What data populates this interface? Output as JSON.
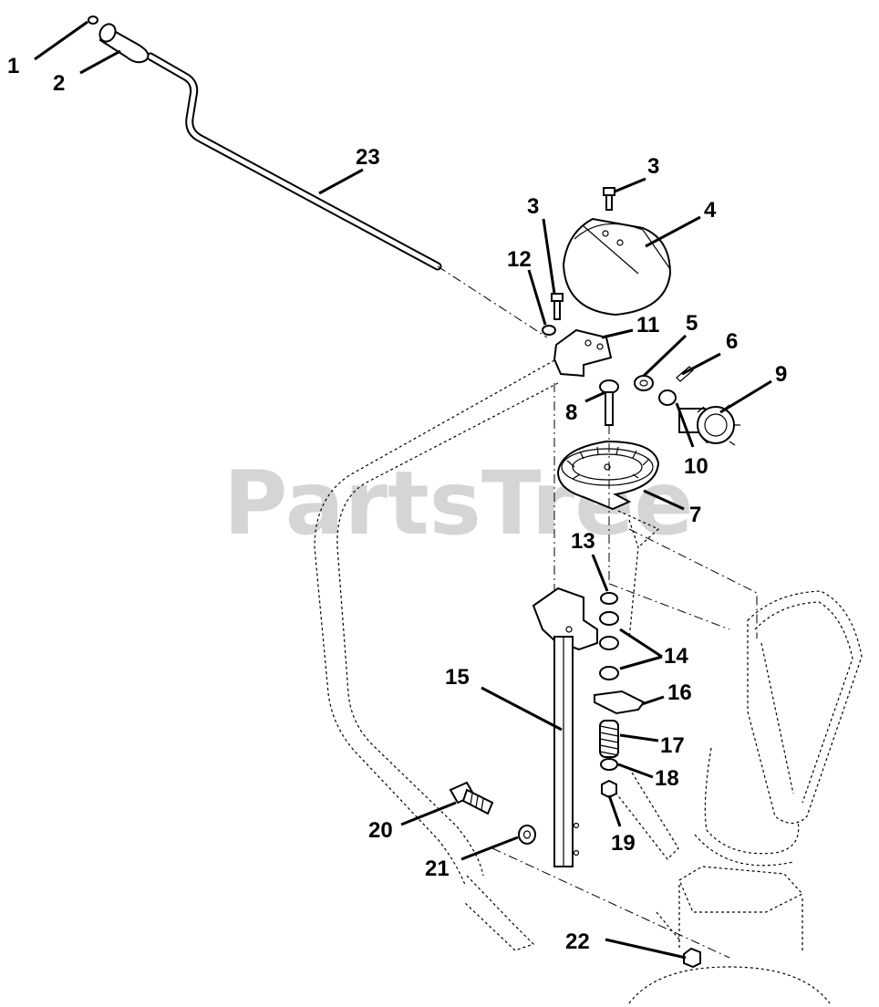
{
  "watermark": "PartsTree",
  "callouts": {
    "c1": "1",
    "c2": "2",
    "c3a": "3",
    "c3b": "3",
    "c4": "4",
    "c5": "5",
    "c6": "6",
    "c7": "7",
    "c8": "8",
    "c9": "9",
    "c10": "10",
    "c11": "11",
    "c12": "12",
    "c13": "13",
    "c14": "14",
    "c15": "15",
    "c16": "16",
    "c17": "17",
    "c18": "18",
    "c19": "19",
    "c20": "20",
    "c21": "21",
    "c22": "22",
    "c23": "23"
  }
}
